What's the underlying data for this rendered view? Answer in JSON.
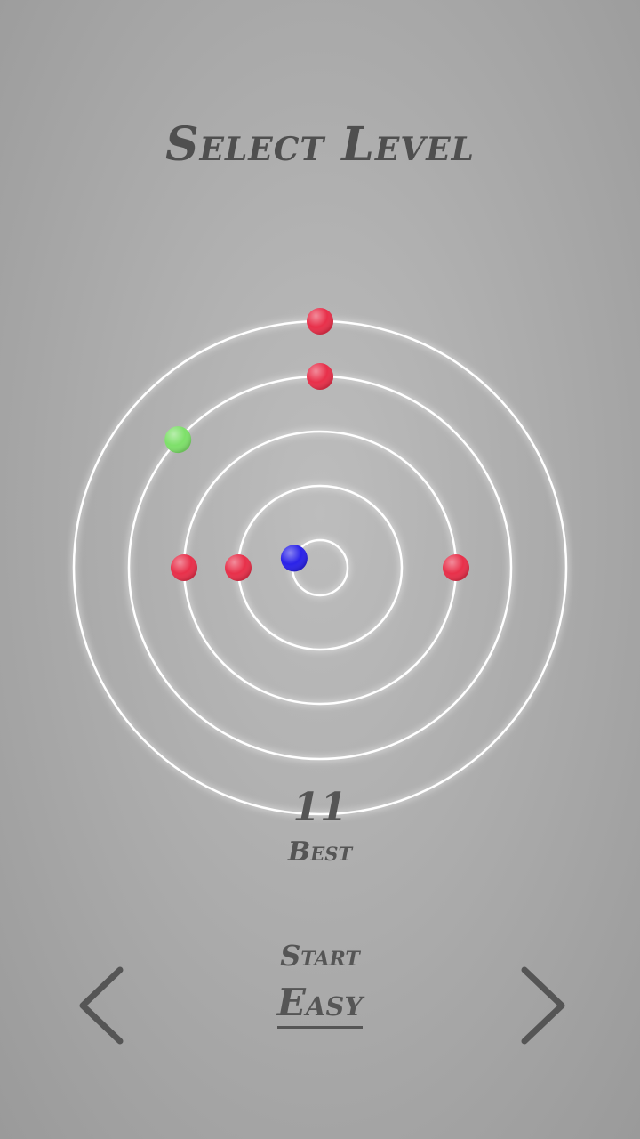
{
  "header": {
    "title": "Select Level"
  },
  "board": {
    "ring_color": "#ffffff",
    "glow_color": "#cfd3ff",
    "orbs": [
      {
        "name": "red-orb-top-outer",
        "color": "#e8304a",
        "ring": 5,
        "angle_deg": 90
      },
      {
        "name": "red-orb-top-ring4",
        "color": "#e8304a",
        "ring": 4,
        "angle_deg": 90
      },
      {
        "name": "green-orb",
        "color": "#7ee06a",
        "ring": 4,
        "angle_deg": 138
      },
      {
        "name": "red-orb-left-ring3",
        "color": "#e8304a",
        "ring": 3,
        "angle_deg": 180
      },
      {
        "name": "red-orb-left-ring2",
        "color": "#e8304a",
        "ring": 2,
        "angle_deg": 180
      },
      {
        "name": "red-orb-right-ring3",
        "color": "#e8304a",
        "ring": 3,
        "angle_deg": 0
      },
      {
        "name": "blue-orb-player",
        "color": "#2a22e8",
        "ring": 1,
        "angle_deg": 160
      }
    ]
  },
  "stats": {
    "best_value": "11",
    "best_label": "Best"
  },
  "footer": {
    "start_label": "Start",
    "difficulty": "Easy",
    "prev_icon": "chevron-left-icon",
    "next_icon": "chevron-right-icon"
  }
}
